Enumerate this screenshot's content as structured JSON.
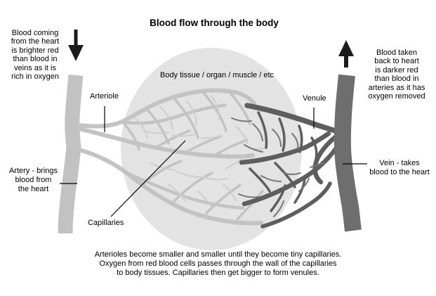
{
  "title": "Blood flow through the body",
  "annotations": {
    "left_note": "Blood coming\nfrom the heart\nis brighter red\nthan blood in\nveins as it is\nrich in oxygen",
    "right_note": "Blood taken\nback to heart\nis darker red\nthan blood in\narteries as it has\noxygen removed",
    "body_tissue": "Body tissue / organ / muscle / etc",
    "arteriole": "Arteriole",
    "venule": "Venule",
    "artery": "Artery - brings\nblood from\nthe heart",
    "vein": "Vein - takes\nblood to the heart",
    "capillaries": "Capillaries",
    "caption": "Arterioles become smaller and smaller until they become tiny capillaries.\nOxygen from red blood cells passes through the wall of the capillaries\nto body tissues. Capillaries then get bigger to form venules."
  },
  "icons": {
    "flow_in": "arrow-down",
    "flow_out": "arrow-up"
  },
  "colors": {
    "background": "#ffffff",
    "text": "#000000",
    "tissue": "#e3e3e3",
    "artery": "#c2c2c2",
    "vein": "#6e6e6e",
    "capillary_light": "#c3c3c3",
    "capillary_light_thin": "#cdcdcd",
    "capillary_dark": "#5e5e5e",
    "capillary_dark_thin": "#767676",
    "arrow": "#1c1c1c",
    "leader_line": "#000000"
  }
}
